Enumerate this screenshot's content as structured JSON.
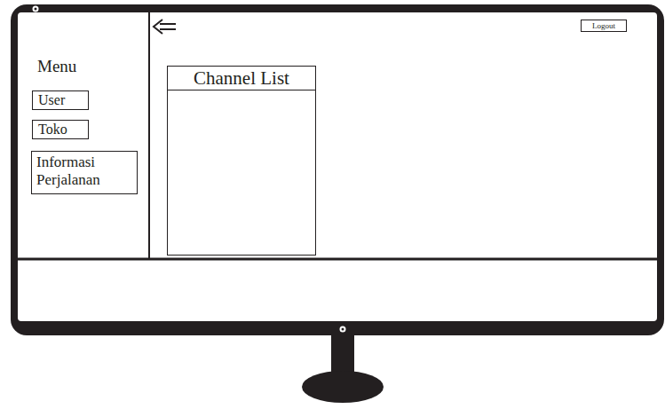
{
  "diagram": {
    "nodes": [
      {
        "text": [
          "Menu"
        ]
      },
      {
        "text": [
          "User"
        ],
        "in": 0
      },
      {
        "text": [
          "Toko"
        ],
        "in": 0
      },
      {
        "text": [
          "Informasi Perjalanan"
        ],
        "in": 0
      },
      {
        "text": [
          "Logout"
        ]
      },
      {
        "text": [
          "Channel List"
        ]
      }
    ]
  }
}
